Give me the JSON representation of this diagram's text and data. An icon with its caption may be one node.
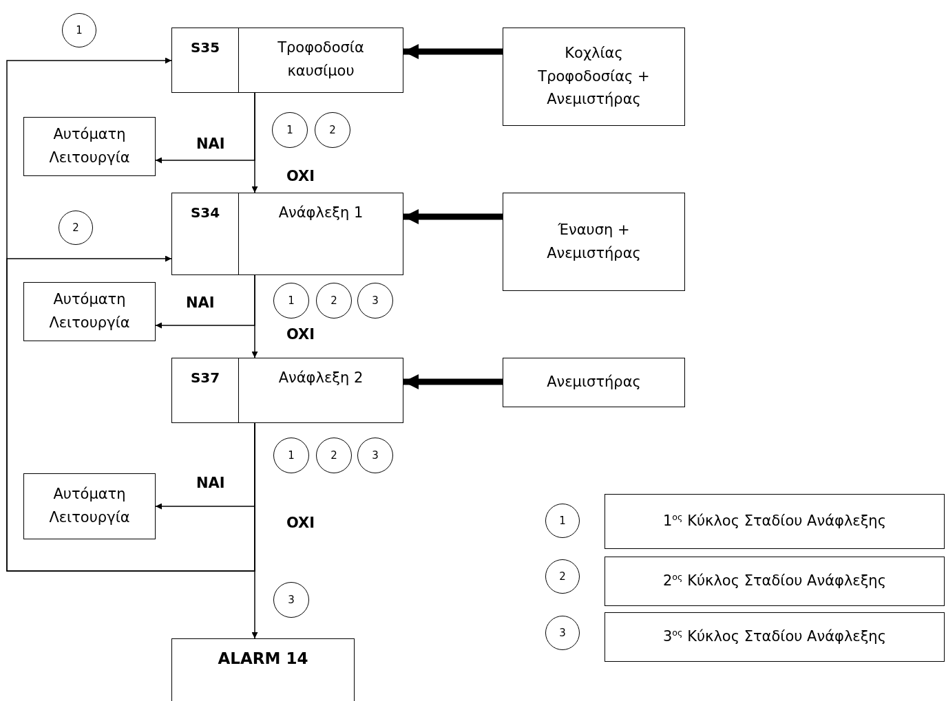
{
  "diagram": {
    "nodes": [
      {
        "text": [
          "1"
        ]
      },
      {
        "text": [
          "S35",
          "Τροφοδοσία καυσίμου"
        ]
      },
      {
        "text": [
          "Κοχλίας Τροφοδοσίας + Ανεμιστήρας"
        ]
      },
      {
        "text": [
          "Αυτόματη Λειτουργία"
        ]
      },
      {
        "text": [
          "1"
        ]
      },
      {
        "text": [
          "2"
        ]
      },
      {
        "text": [
          "2"
        ]
      },
      {
        "text": [
          "S34",
          "Ανάφλεξη 1"
        ]
      },
      {
        "text": [
          "Έναυση + Ανεμιστήρας"
        ]
      },
      {
        "text": [
          "Αυτόματη Λειτουργία"
        ]
      },
      {
        "text": [
          "1"
        ]
      },
      {
        "text": [
          "2"
        ]
      },
      {
        "text": [
          "3"
        ]
      },
      {
        "text": [
          "S37",
          "Ανάφλεξη 2"
        ]
      },
      {
        "text": [
          "Ανεμιστήρας"
        ]
      },
      {
        "text": [
          "1"
        ]
      },
      {
        "text": [
          "2"
        ]
      },
      {
        "text": [
          "3"
        ]
      },
      {
        "text": [
          "Αυτόματη Λειτουργία"
        ]
      },
      {
        "text": [
          "1"
        ]
      },
      {
        "text": [
          "1$^{ος}$ Κύκλος Σταδίου Ανάφλεξης"
        ]
      },
      {
        "text": [
          "2"
        ]
      },
      {
        "text": [
          "2$^{ος}$ Κύκλος Σταδίου Ανάφλεξης"
        ]
      },
      {
        "text": [
          "3"
        ]
      },
      {
        "text": [
          "3"
        ]
      },
      {
        "text": [
          "3$^{ος}$ Κύκλος Σταδίου Ανάφλεξης"
        ]
      },
      {
        "text": [
          "ALARM 14"
        ]
      }
    ],
    "edges": [
      {
        "from": 13,
        "to": 1,
        "arrow": "to"
      },
      {
        "from": 13,
        "to": 7,
        "arrow": "to"
      },
      {
        "from": 2,
        "to": 1,
        "arrow": "to",
        "style": "thick"
      },
      {
        "from": 1,
        "to": 3,
        "arrow": "to",
        "label": "NAI"
      },
      {
        "from": 1,
        "to": 7,
        "arrow": "to",
        "label": "OXI"
      },
      {
        "from": 8,
        "to": 7,
        "arrow": "to",
        "style": "thick"
      },
      {
        "from": 7,
        "to": 9,
        "arrow": "to",
        "label": "NAI"
      },
      {
        "from": 7,
        "to": 13,
        "arrow": "to",
        "label": "OXI"
      },
      {
        "from": 14,
        "to": 13,
        "arrow": "to",
        "style": "thick"
      },
      {
        "from": 13,
        "to": 18,
        "arrow": "to",
        "label": "NAI"
      },
      {
        "from": 13,
        "to": 26,
        "arrow": "to",
        "label": "OXI"
      }
    ]
  }
}
